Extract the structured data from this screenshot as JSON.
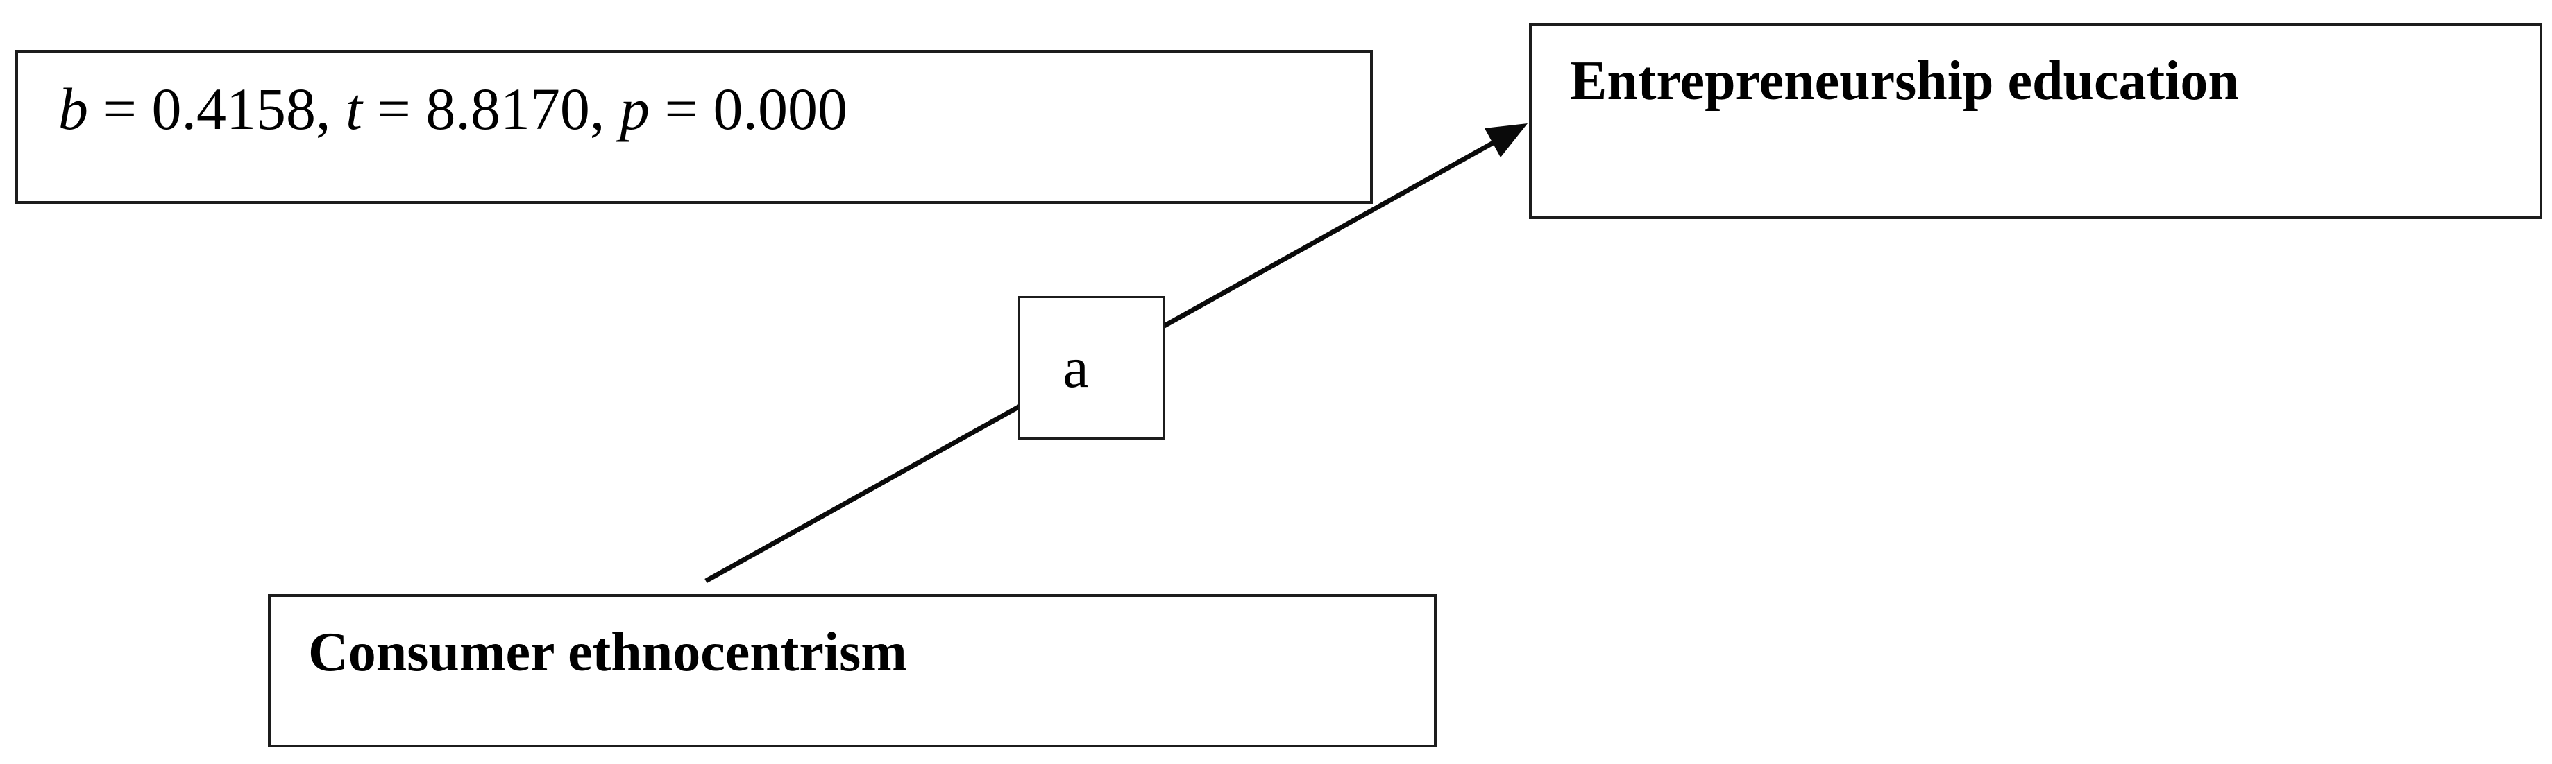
{
  "figure": {
    "type": "mediation-path-diagram",
    "background_color": "#ffffff",
    "border_color": "#1c1c1c",
    "text_color": "#000000",
    "arrow_color": "#0a0a0a"
  },
  "boxes": {
    "stats": {
      "segments": [
        {
          "text": "b",
          "italic": true
        },
        {
          "text": " = 0.4158, ",
          "italic": false
        },
        {
          "text": "t",
          "italic": true
        },
        {
          "text": " = 8.8170, ",
          "italic": false
        },
        {
          "text": "p",
          "italic": true
        },
        {
          "text": " = 0.000",
          "italic": false
        }
      ],
      "full_text": "b = 0.4158, t = 8.8170, p = 0.000"
    },
    "outcome": {
      "label": "Entrepreneurship education"
    },
    "path_label": {
      "label": "a"
    },
    "predictor": {
      "label": "Consumer ethnocentrism"
    }
  },
  "arrow": {
    "from": "Consumer ethnocentrism",
    "to": "Entrepreneurship education",
    "label": "a"
  }
}
